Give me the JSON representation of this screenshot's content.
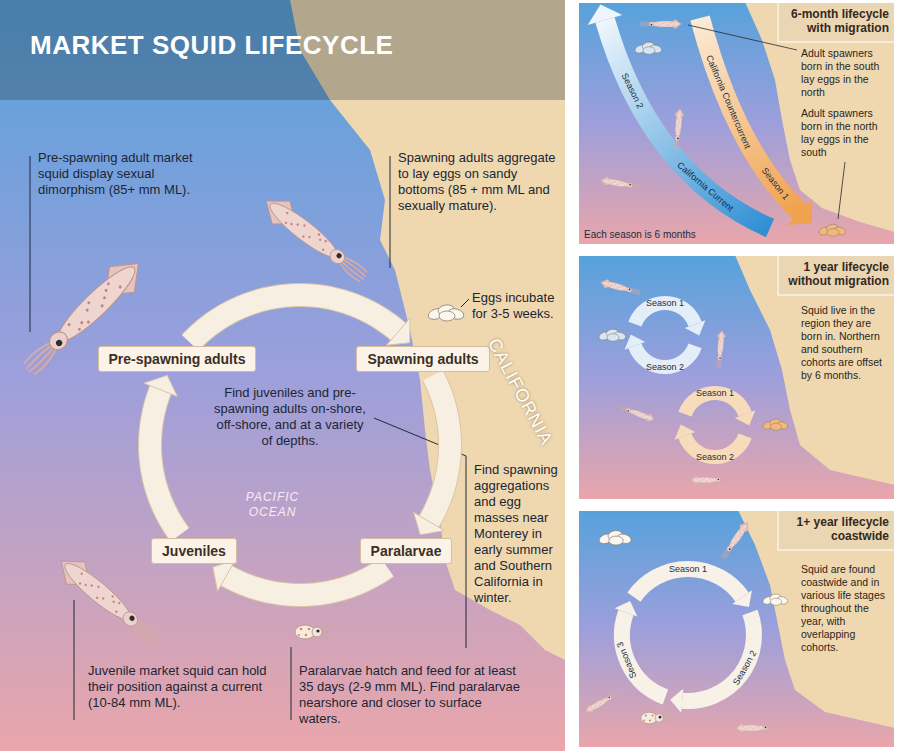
{
  "diagram": {
    "title": "MARKET SQUID LIFECYCLE",
    "nodes": [
      {
        "text": [
          "Pre-spawning adults"
        ]
      },
      {
        "text": [
          "Spawning adults"
        ]
      },
      {
        "text": [
          "Paralarvae"
        ]
      },
      {
        "text": [
          "Juveniles"
        ]
      },
      {
        "text": [
          "6-month lifecycle with migration",
          "Adult spawners born in the south lay eggs in the north",
          "Adult spawners born in the north lay eggs in the south",
          "Each season is 6 months"
        ]
      },
      {
        "text": [
          "1 year lifecycle without migration",
          "Squid live in the region they are born in. Northern and southern cohorts are offset by 6 months."
        ]
      },
      {
        "text": [
          "1+ year lifecycle coastwide",
          "Squid are found coastwide and in various life stages throughout the year, with overlapping cohorts."
        ]
      }
    ],
    "edges": [
      {
        "from": 0,
        "to": 1,
        "arrow": "to"
      },
      {
        "from": 1,
        "to": 2,
        "arrow": "to"
      },
      {
        "from": 2,
        "to": 3,
        "arrow": "to"
      },
      {
        "from": 3,
        "to": 0,
        "arrow": "to"
      }
    ],
    "labels": [
      "Pre-spawning adult market squid display sexual dimorphism (85+ mm ML).",
      "Spawning adults aggregate to lay eggs on sandy bottoms (85 + mm ML and sexually mature).",
      "Eggs incubate for 3-5 weeks.",
      "Find juveniles and pre-spawning adults on-shore, off-shore, and at a variety of depths.",
      "Find spawning aggregations and egg masses near Monterey in early summer and Southern California in winter.",
      "PACIFIC OCEAN",
      "CALIFORNIA",
      "Juvenile market squid can hold their position against a current (10-84 mm ML).",
      "Paralarvae hatch and feed for at least 35 days (2-9 mm ML). Find paralarvae nearshore and closer to surface waters.",
      "Season 2",
      "California Current",
      "Season 1",
      "California Countercurrent",
      "Season 1",
      "Season 2",
      "Season 1",
      "Season 2",
      "Season 1",
      "Season 2",
      "Season 3"
    ]
  }
}
